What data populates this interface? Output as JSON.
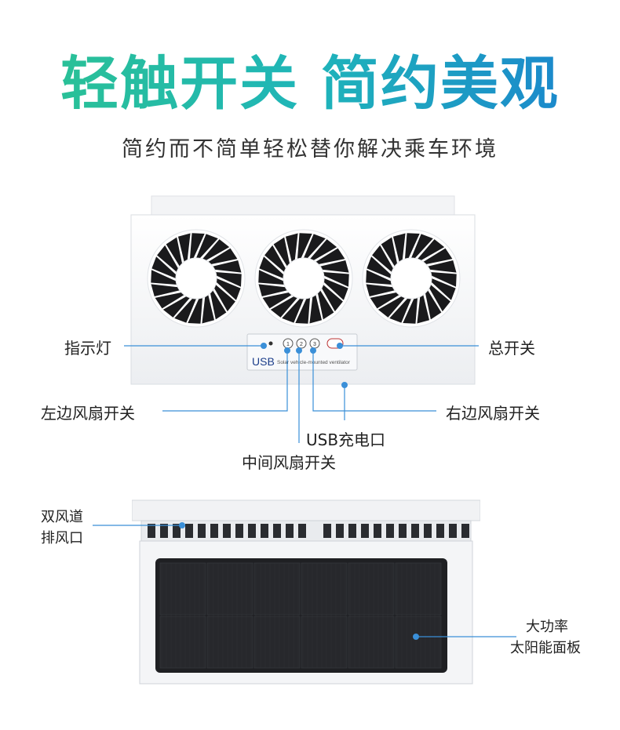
{
  "header": {
    "headline": "轻触开关 简约美观",
    "subline": "简约而不简单轻松替你解决乘车环境"
  },
  "top_product": {
    "panel_logo": "USB",
    "panel_text": "Solar vehicle-mounted ventilator",
    "button_numbers": [
      "1",
      "2",
      "3"
    ],
    "labels": {
      "indicator": "指示灯",
      "main_switch": "总开关",
      "left_fan_switch": "左边风扇开关",
      "right_fan_switch": "右边风扇开关",
      "usb_port": "USB充电口",
      "middle_fan_switch": "中间风扇开关"
    }
  },
  "bottom_product": {
    "labels": {
      "dual_vent_line1": "双风道",
      "dual_vent_line2": "排风口",
      "solar_line1": "大功率",
      "solar_line2": "太阳能面板"
    }
  },
  "colors": {
    "headline_gradient_start": "#2cc38f",
    "headline_gradient_end": "#1a7fd0",
    "callout_blue": "#3a8fd8",
    "device_white": "#f4f5f7",
    "solar_panel": "#1f2023"
  }
}
